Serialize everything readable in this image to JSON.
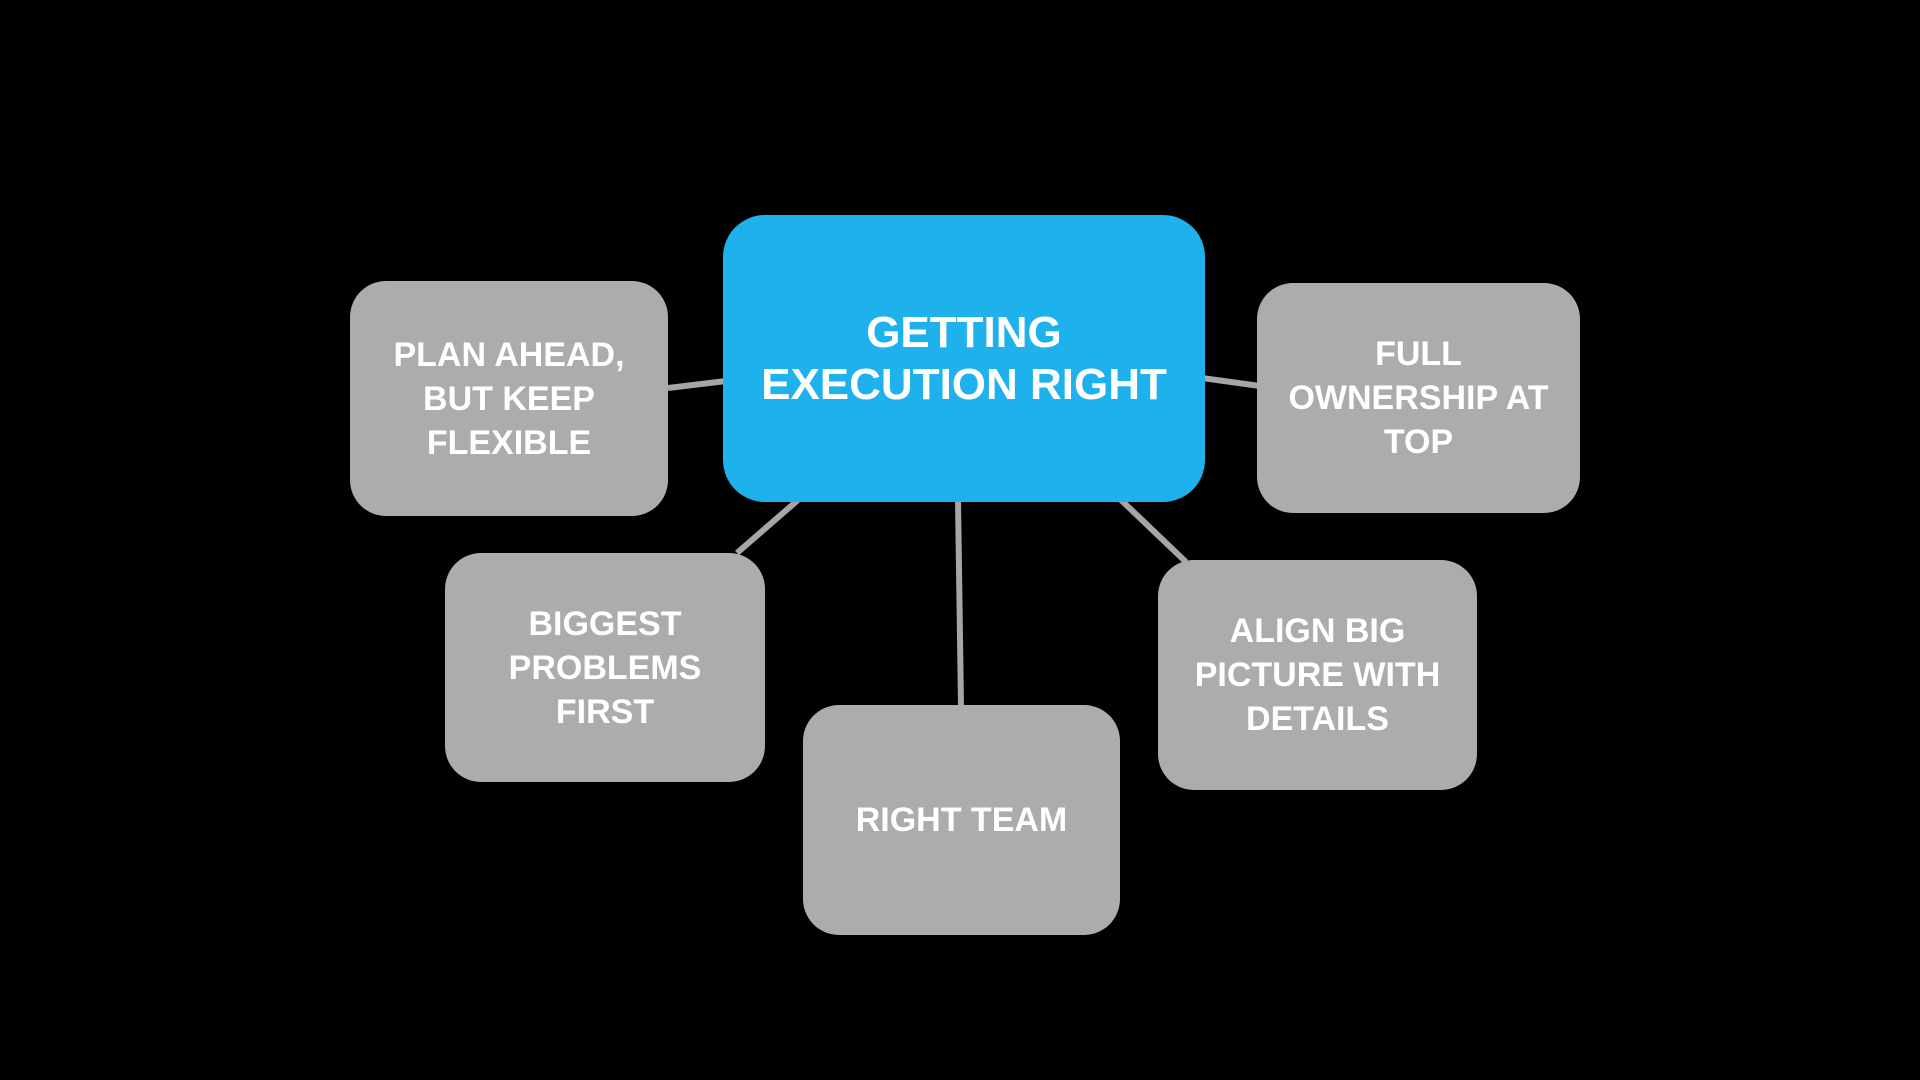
{
  "diagram": {
    "type": "mindmap",
    "center": {
      "id": "center",
      "label": "GETTING\nEXECUTION RIGHT"
    },
    "nodes": [
      {
        "id": "plan",
        "label": "PLAN AHEAD,\nBUT KEEP\nFLEXIBLE"
      },
      {
        "id": "ownership",
        "label": "FULL\nOWNERSHIP AT\nTOP"
      },
      {
        "id": "biggest",
        "label": "BIGGEST\nPROBLEMS\nFIRST"
      },
      {
        "id": "team",
        "label": "RIGHT TEAM"
      },
      {
        "id": "align",
        "label": "ALIGN BIG\nPICTURE WITH\nDETAILS"
      }
    ],
    "edges": [
      {
        "from": "center",
        "to": "plan"
      },
      {
        "from": "center",
        "to": "ownership"
      },
      {
        "from": "center",
        "to": "biggest"
      },
      {
        "from": "center",
        "to": "team"
      },
      {
        "from": "center",
        "to": "align"
      }
    ],
    "colors": {
      "center_fill": "#1FB1EC",
      "node_fill": "#ACACAC",
      "connector": "#A6A6A6",
      "text": "#FFFFFF",
      "background": "#000000"
    }
  }
}
